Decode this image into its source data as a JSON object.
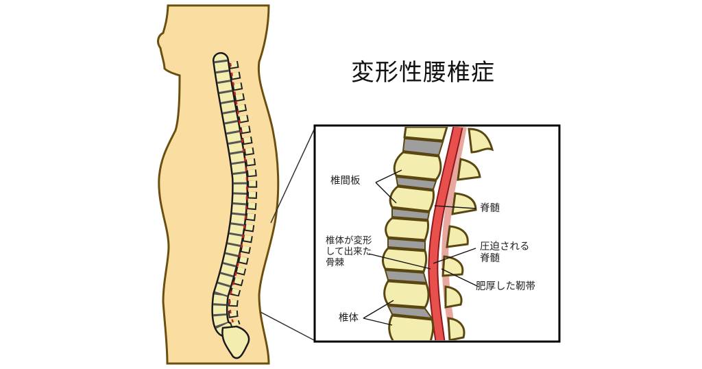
{
  "title": "変形性腰椎症",
  "colors": {
    "skin": "#FADDA0",
    "skin_outline": "#6B4F0F",
    "bone": "#F3EDB0",
    "bone_outline": "#5A4610",
    "disc": "#9E9E9E",
    "spinal_cord": "#E8504E",
    "ligament": "#E8A8A0",
    "frame": "#000000"
  },
  "labels": {
    "disc": "椎間板",
    "bone_spur": "椎体が変形\nして出来た\n骨棘",
    "vertebral_body": "椎体",
    "spinal_cord": "脊髄",
    "compressed_cord": "圧迫される\n脊髄",
    "thickened_ligament": "肥厚した靭帯"
  }
}
